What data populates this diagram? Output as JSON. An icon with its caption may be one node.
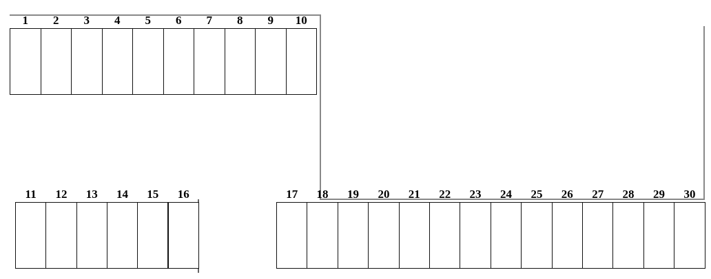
{
  "diagram": {
    "nodes": [
      {
        "text": [
          "1"
        ]
      },
      {
        "text": [
          "2"
        ]
      },
      {
        "text": [
          "3"
        ]
      },
      {
        "text": [
          "4"
        ]
      },
      {
        "text": [
          "5"
        ]
      },
      {
        "text": [
          "6"
        ]
      },
      {
        "text": [
          "7"
        ]
      },
      {
        "text": [
          "8"
        ]
      },
      {
        "text": [
          "9"
        ]
      },
      {
        "text": [
          "10"
        ]
      },
      {
        "text": [
          "11"
        ]
      },
      {
        "text": [
          "12"
        ]
      },
      {
        "text": [
          "13"
        ]
      },
      {
        "text": [
          "14"
        ]
      },
      {
        "text": [
          "15"
        ]
      },
      {
        "text": [
          "16"
        ]
      },
      {
        "text": [
          "17"
        ]
      },
      {
        "text": [
          "18"
        ]
      },
      {
        "text": [
          "19"
        ]
      },
      {
        "text": [
          "20"
        ]
      },
      {
        "text": [
          "21"
        ]
      },
      {
        "text": [
          "22"
        ]
      },
      {
        "text": [
          "23"
        ]
      },
      {
        "text": [
          "24"
        ]
      },
      {
        "text": [
          "25"
        ]
      },
      {
        "text": [
          "26"
        ]
      },
      {
        "text": [
          "27"
        ]
      },
      {
        "text": [
          "28"
        ]
      },
      {
        "text": [
          "29"
        ]
      },
      {
        "text": [
          "30"
        ]
      }
    ]
  }
}
